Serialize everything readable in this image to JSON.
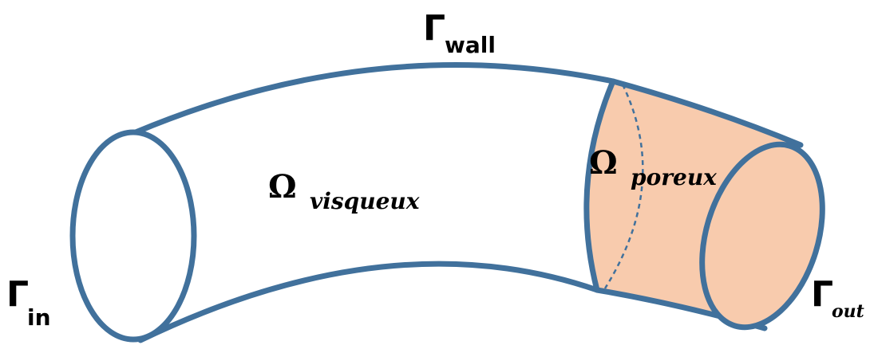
{
  "labels": {
    "gamma_symbol": "Γ",
    "omega_symbol": "Ω",
    "wall_subscript": "wall",
    "in_subscript": "in",
    "out_subscript": "out",
    "visqueux_subscript": "visqueux",
    "poreux_subscript": "poreux"
  },
  "colors": {
    "outline": "#41719C",
    "porous_fill": "#F8CBAD",
    "background": "#FFFFFF",
    "text": "#000000"
  }
}
